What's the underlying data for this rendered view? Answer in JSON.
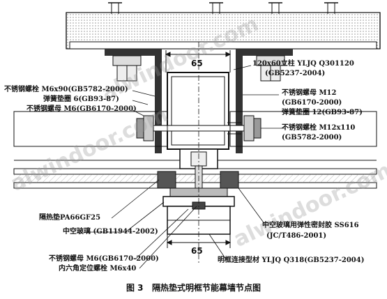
{
  "dimensions": {
    "top_width": "65",
    "bottom_width": "65"
  },
  "labels": {
    "column": "120x60立柱 YLJQ Q301120",
    "column_std": "(GB5237-2004)",
    "bolt_m6": "不锈钢螺栓  M6x90(GB5782-2000)",
    "washer_6": "弹簧垫圈      6(GB93-87)",
    "nut_m6": "不锈钢螺母  M6(GB6170-2000)",
    "nut_m12": "不锈钢螺母 M12",
    "nut_m12_std": "(GB6170-2000)",
    "washer_12": "弹簧垫圈    12(GB93-87)",
    "bolt_m12": "不锈钢螺栓 M12x110",
    "bolt_m12_std": "(GB5782-2000)",
    "insulator": "隔热垫PA66GF25",
    "glass": "中空玻璃 (GB11944-2002)",
    "sealant": "中空玻璃用弹性密封胶 SS616",
    "sealant_std": "(JC/T486-2001)",
    "nut_m6_b": "不锈钢螺母 M6(GB6170-2000)",
    "hex_screw": "内六角定位螺栓  M6x40",
    "frame": "明框连接型材 YLJQ  Q318(GB5237-2004)"
  },
  "caption": {
    "fig": "图 3",
    "title": "隔热垫式明框节能幕墙节点图"
  },
  "watermark": "alwindoor.com",
  "colors": {
    "ink": "#111111",
    "hatch": "#888888",
    "watermark": "#9a9a9a"
  }
}
